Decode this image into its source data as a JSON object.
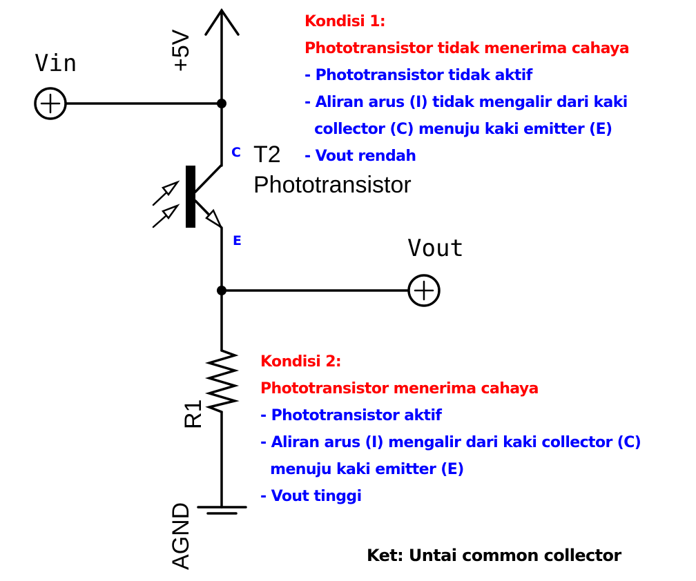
{
  "colors": {
    "wire": "#000000",
    "condition_heading": "#ff0000",
    "condition_points": "#0000ff",
    "pin_label": "#0000ff",
    "footer": "#000000"
  },
  "schematic": {
    "supply_label": "+5V",
    "input_label": "Vin",
    "output_label": "Vout",
    "transistor": {
      "designator": "T2",
      "type": "Phototransistor",
      "collector_pin": "C",
      "emitter_pin": "E"
    },
    "resistor": {
      "designator": "R1"
    },
    "ground_label": "AGND"
  },
  "conditions": [
    {
      "title": "Kondisi 1:",
      "subtitle": "Phototransistor tidak menerima cahaya",
      "points": [
        "- Phototransistor tidak aktif",
        "- Aliran arus (I) tidak mengalir dari kaki",
        "  collector (C) menuju kaki emitter (E)",
        "- Vout rendah"
      ]
    },
    {
      "title": "Kondisi 2:",
      "subtitle": "Phototransistor menerima cahaya",
      "points": [
        "- Phototransistor aktif",
        "- Aliran arus (I) mengalir dari kaki collector (C)",
        "  menuju kaki emitter (E)",
        "- Vout tinggi"
      ]
    }
  ],
  "footer": {
    "note": "Ket: Untai common collector"
  }
}
